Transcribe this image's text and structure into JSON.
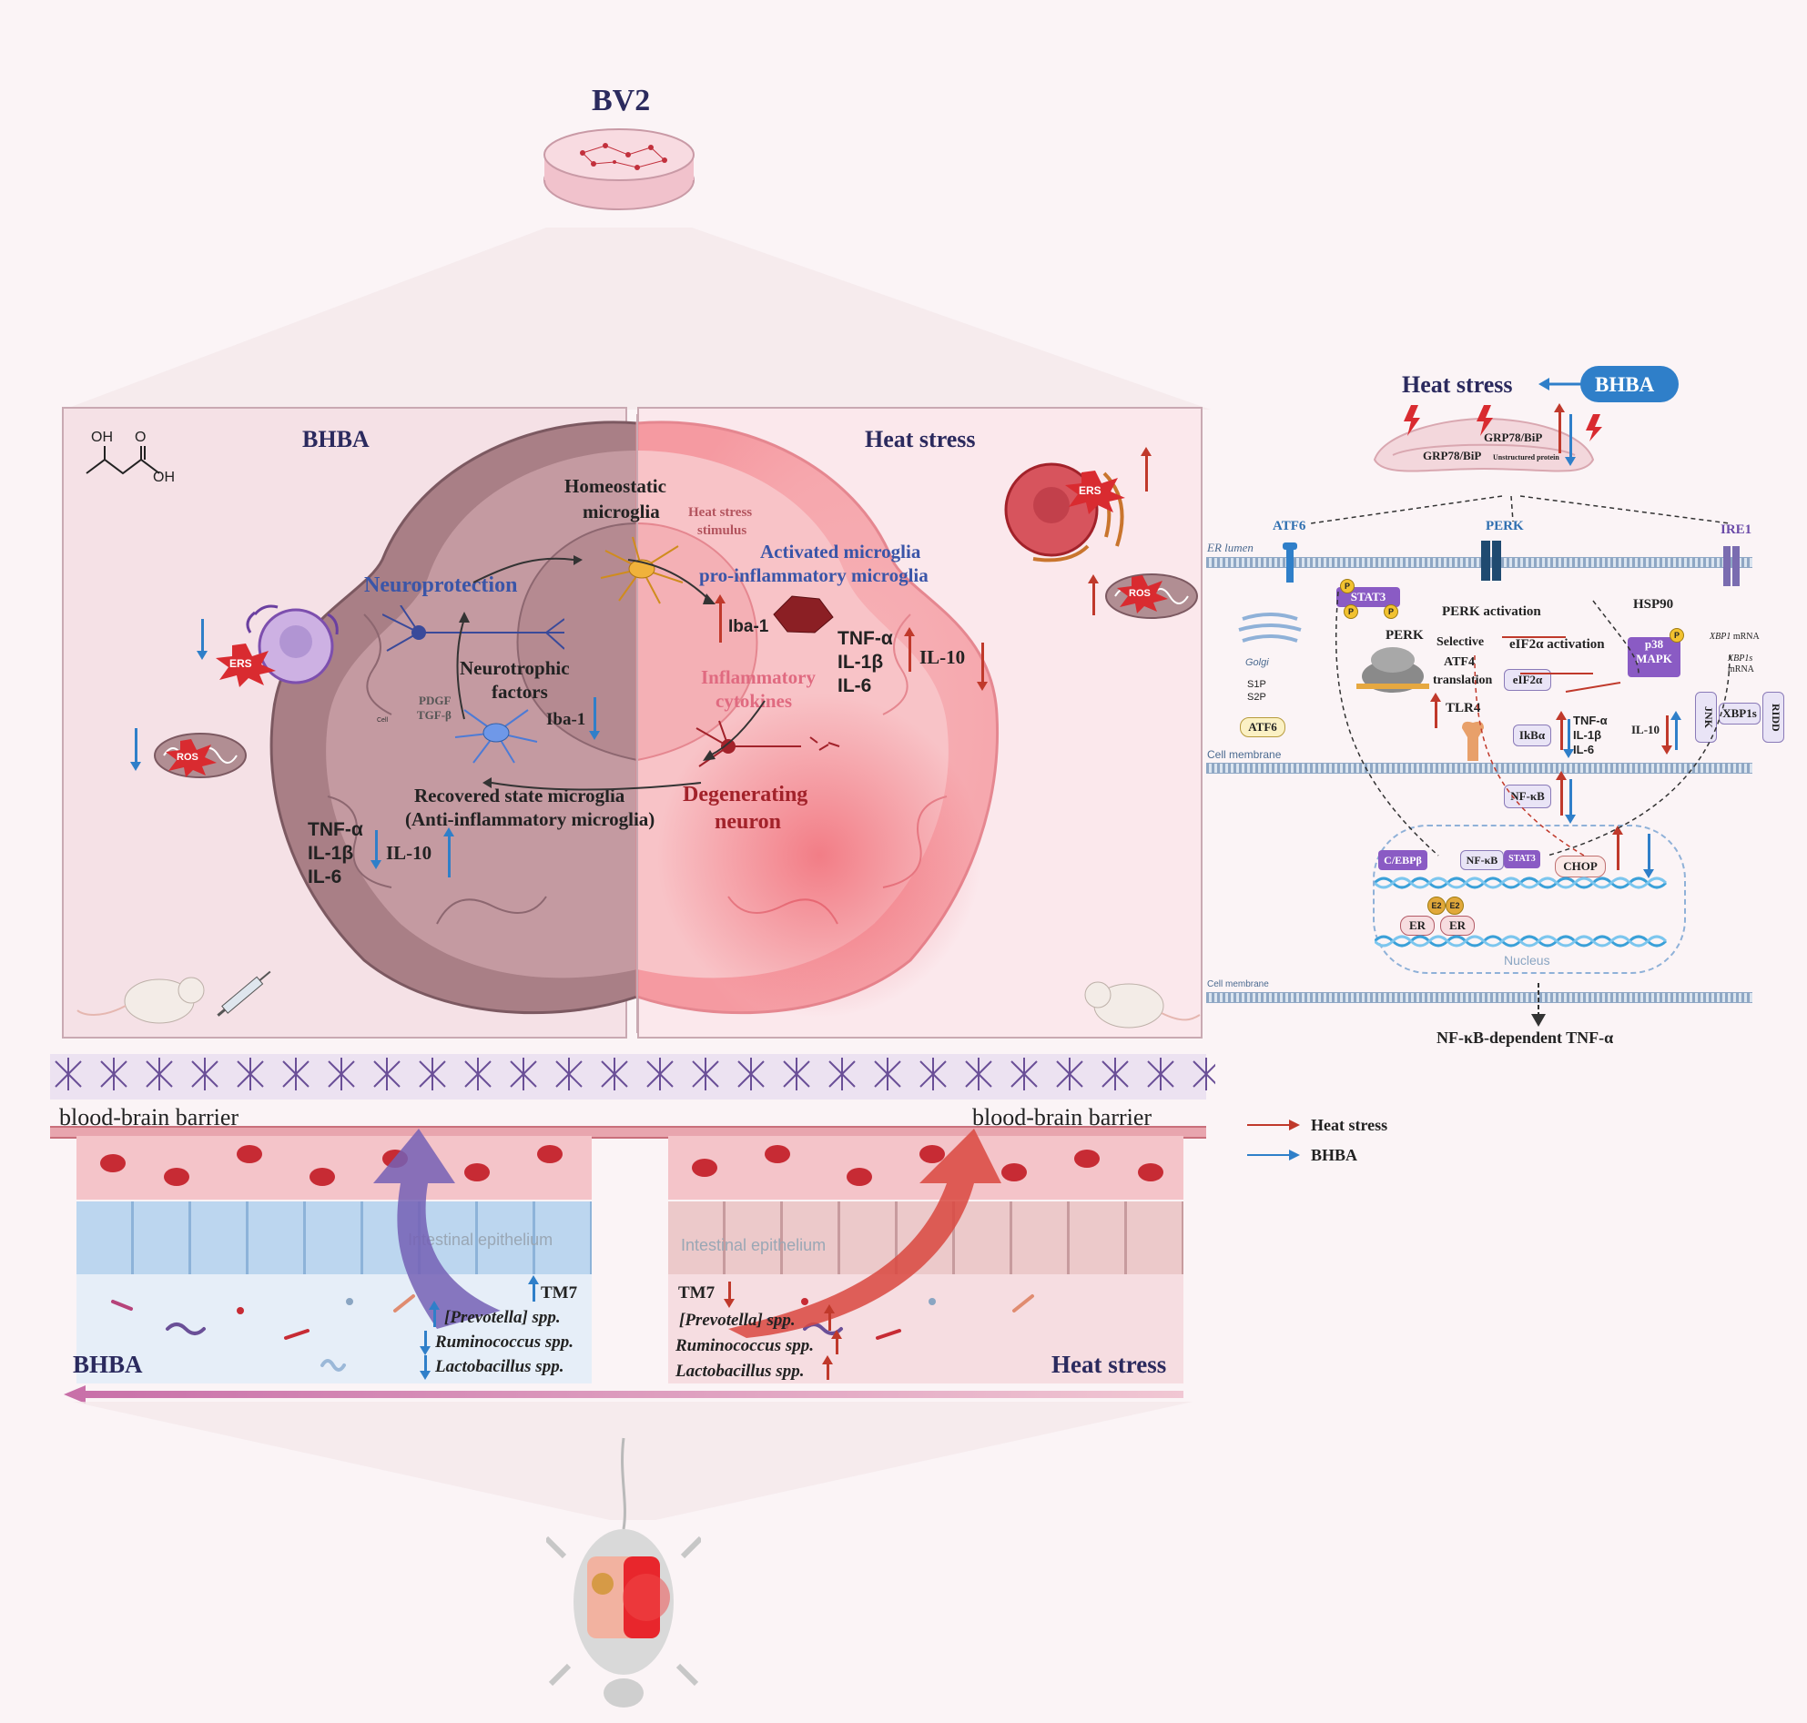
{
  "top": {
    "title": "BV2"
  },
  "left_panel": {
    "title": "BHBA",
    "molecule": {
      "oh_top": "OH",
      "o_label": "O",
      "oh_right": "OH"
    },
    "homeostatic": "Homeostatic\nmicroglia",
    "homeostatic_l1": "Homeostatic",
    "homeostatic_l2": "microglia",
    "neuroprotection": "Neuroprotection",
    "neurotrophic_l1": "Neurotrophic",
    "neurotrophic_l2": "factors",
    "pdgf": "PDGF",
    "tgfb": "TGF-β",
    "cell": "Cell",
    "iba1": "Iba-1",
    "recovered_l1": "Recovered state microglia",
    "recovered_l2": "(Anti-inflammatory microglia)",
    "cytokines": [
      "TNF-α",
      "IL-1β",
      "IL-6"
    ],
    "il10": "IL-10",
    "ers": "ERS",
    "ros": "ROS"
  },
  "right_panel": {
    "title": "Heat stress",
    "stimulus_l1": "Heat stress",
    "stimulus_l2": "stimulus",
    "activated_l1": "Activated microglia",
    "activated_l2": "\u0001pro-inflammatory microglia\u0001",
    "iba1": "Iba-1",
    "cytokines": [
      "TNF-α",
      "IL-1β",
      "IL-6"
    ],
    "il10": "IL-10",
    "inflammatory_l1": "Inflammatory",
    "inflammatory_l2": "cytokines",
    "degenerating_l1": "Degenerating",
    "degenerating_l2": "neuron",
    "ers": "ERS",
    "ros": "ROS"
  },
  "pathway": {
    "heat_stress": "Heat stress",
    "bhba": "BHBA",
    "grp78_a": "GRP78/BiP",
    "grp78_b": "GRP78/BiP",
    "unstructured": "Unstructured protein",
    "er_lumen": "ER lumen",
    "atf6": "ATF6",
    "perk": "PERK",
    "ire1": "IRE1",
    "stat3": "STAT3",
    "perk_activation": "PERK activation",
    "eif2a_activation": "eIF2α activation",
    "hsp90": "HSP90",
    "perk_small": "PERK",
    "selective_l1": "Selective",
    "selective_l2": "ATF4",
    "selective_l3": "translation",
    "eif2a": "eIF2α",
    "p38_l1": "p38",
    "p38_l2": "MAPK",
    "xbp1_mrna": "XBP1",
    "mrna": "mRNA",
    "xbp1s_mrna": "XBP1s",
    "golgi": "Golgi",
    "s1p": "S1P",
    "s2p": "S2P",
    "atf6_box": "ATF6",
    "tlr4": "TLR4",
    "ikba": "IkBα",
    "cytokines": [
      "TNF-α",
      "IL-1β",
      "IL-6"
    ],
    "il10": "IL-10",
    "jnk": "JNK",
    "xbp1s": "XBP1s",
    "ridd": "RIDD",
    "cell_membrane_1": "Cell membrane",
    "nfkb": "NF-κB",
    "cebpb": "C/EBPβ",
    "nfkb2": "NF-κB",
    "stat3_2": "STAT3",
    "chop": "CHOP",
    "e2a": "E2",
    "e2b": "E2",
    "era": "ER",
    "erb": "ER",
    "nucleus": "Nucleus",
    "cell_membrane_2": "Cell membrane",
    "result": "NF-κB-dependent TNF-α",
    "p": "P"
  },
  "legend": [
    {
      "label": "Heat stress",
      "color": "#c0392b"
    },
    {
      "label": "BHBA",
      "color": "#2f7fc9"
    }
  ],
  "gut": {
    "bbb_left": "blood-brain barrier",
    "bbb_right": "blood-brain barrier",
    "epithelium_left": "Intestinal epithelium",
    "epithelium_right": "Intestinal epithelium",
    "left_taxa": [
      "TM7",
      "[Prevotella] spp.",
      "Ruminococcus spp.",
      "Lactobacillus spp."
    ],
    "right_taxa": [
      "TM7",
      "[Prevotella] spp.",
      "Ruminococcus spp.",
      "Lactobacillus spp."
    ],
    "left_label": "BHBA",
    "right_label": "Heat stress"
  }
}
